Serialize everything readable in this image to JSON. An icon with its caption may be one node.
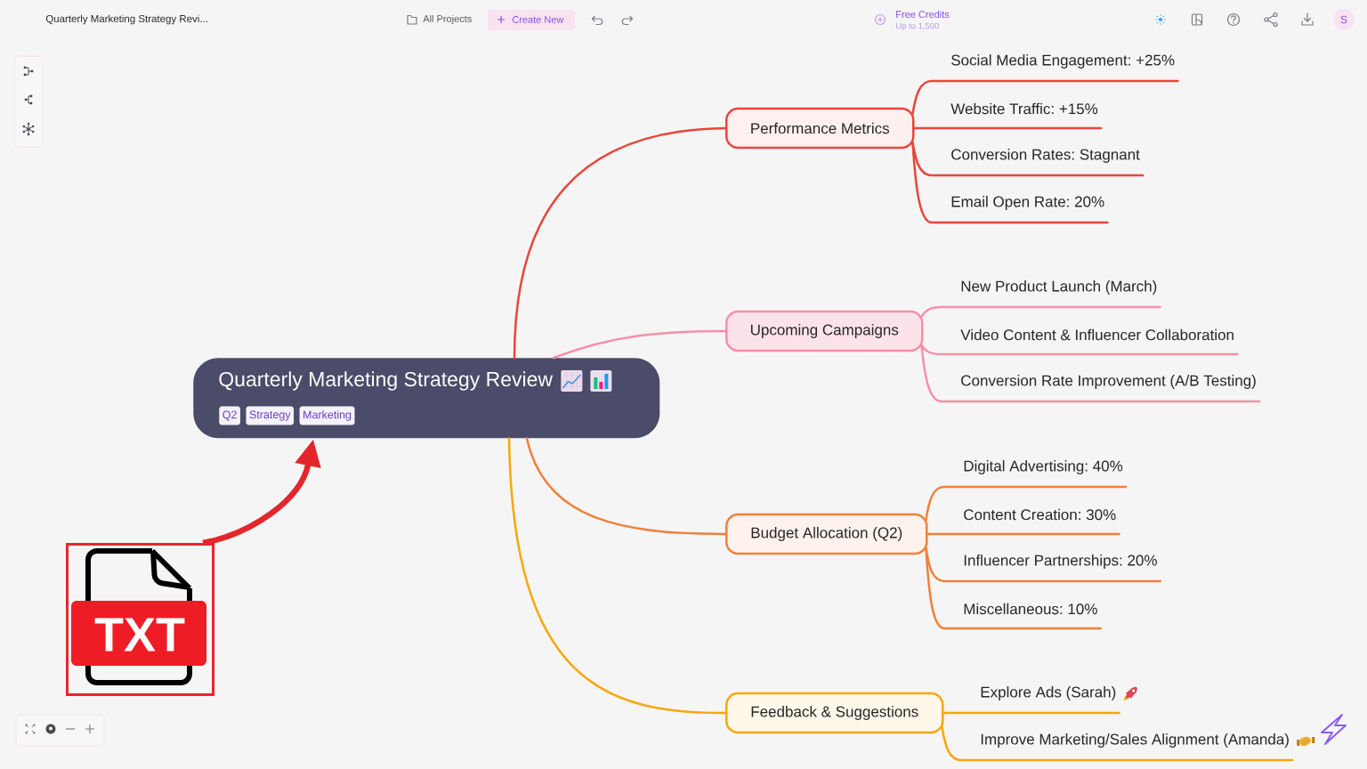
{
  "diagram": {
    "nodes": [
      {
        "text": [
          "Quarterly Marketing Strategy Review"
        ]
      },
      {
        "text": [
          "Q2"
        ],
        "in": 0
      },
      {
        "text": [
          "Strategy"
        ],
        "in": 0
      },
      {
        "text": [
          "Marketing"
        ],
        "in": 0
      },
      {
        "text": [
          "Performance Metrics"
        ]
      },
      {
        "text": [
          "Social Media Engagement: +25%"
        ]
      },
      {
        "text": [
          "Website Traffic: +15%"
        ]
      },
      {
        "text": [
          "Conversion Rates: Stagnant"
        ]
      },
      {
        "text": [
          "Email Open Rate: 20%"
        ]
      },
      {
        "text": [
          "Upcoming Campaigns"
        ]
      },
      {
        "text": [
          "New Product Launch (March)"
        ]
      },
      {
        "text": [
          "Video Content & Influencer Collaboration"
        ]
      },
      {
        "text": [
          "Conversion Rate Improvement (A/B Testing)"
        ]
      },
      {
        "text": [
          "Budget Allocation (Q2)"
        ]
      },
      {
        "text": [
          "Digital Advertising: 40%"
        ]
      },
      {
        "text": [
          "Content Creation: 30%"
        ]
      },
      {
        "text": [
          "Influencer Partnerships: 20%"
        ]
      },
      {
        "text": [
          "Miscellaneous: 10%"
        ]
      },
      {
        "text": [
          "Feedback & Suggestions"
        ]
      },
      {
        "text": [
          "Explore Ads (Sarah)"
        ]
      },
      {
        "text": [
          "Improve Marketing/Sales Alignment (Amanda)"
        ]
      },
      {
        "text": [
          "TXT"
        ]
      }
    ],
    "edges": [
      {
        "from": 0,
        "to": 4,
        "arrow": "none",
        "color": "#e8463c"
      },
      {
        "from": 4,
        "to": 5,
        "arrow": "none",
        "color": "#e8463c"
      },
      {
        "from": 4,
        "to": 6,
        "arrow": "none",
        "color": "#e8463c"
      },
      {
        "from": 4,
        "to": 7,
        "arrow": "none",
        "color": "#e8463c"
      },
      {
        "from": 4,
        "to": 8,
        "arrow": "none",
        "color": "#e8463c"
      },
      {
        "from": 0,
        "to": 9,
        "arrow": "none",
        "color": "#f590a8"
      },
      {
        "from": 9,
        "to": 10,
        "arrow": "none",
        "color": "#f590a8"
      },
      {
        "from": 9,
        "to": 11,
        "arrow": "none",
        "color": "#f590a8"
      },
      {
        "from": 9,
        "to": 12,
        "arrow": "none",
        "color": "#f590a8"
      },
      {
        "from": 0,
        "to": 13,
        "arrow": "none",
        "color": "#f0803c"
      },
      {
        "from": 13,
        "to": 14,
        "arrow": "none",
        "color": "#f0803c"
      },
      {
        "from": 13,
        "to": 15,
        "arrow": "none",
        "color": "#f0803c"
      },
      {
        "from": 13,
        "to": 16,
        "arrow": "none",
        "color": "#f0803c"
      },
      {
        "from": 13,
        "to": 17,
        "arrow": "none",
        "color": "#f0803c"
      },
      {
        "from": 0,
        "to": 18,
        "arrow": "none",
        "color": "#f7a70a"
      },
      {
        "from": 18,
        "to": 19,
        "arrow": "none",
        "color": "#f7a70a"
      },
      {
        "from": 18,
        "to": 20,
        "arrow": "none",
        "color": "#f7a70a"
      },
      {
        "from": 21,
        "to": 0,
        "arrow": "to",
        "style": "thick",
        "color": "#e3262b"
      }
    ],
    "labels": [
      "Quarterly Marketing Strategy Revi...",
      "All Projects",
      "Create New",
      "Free Credits",
      "Up to 1,500",
      "S"
    ]
  }
}
